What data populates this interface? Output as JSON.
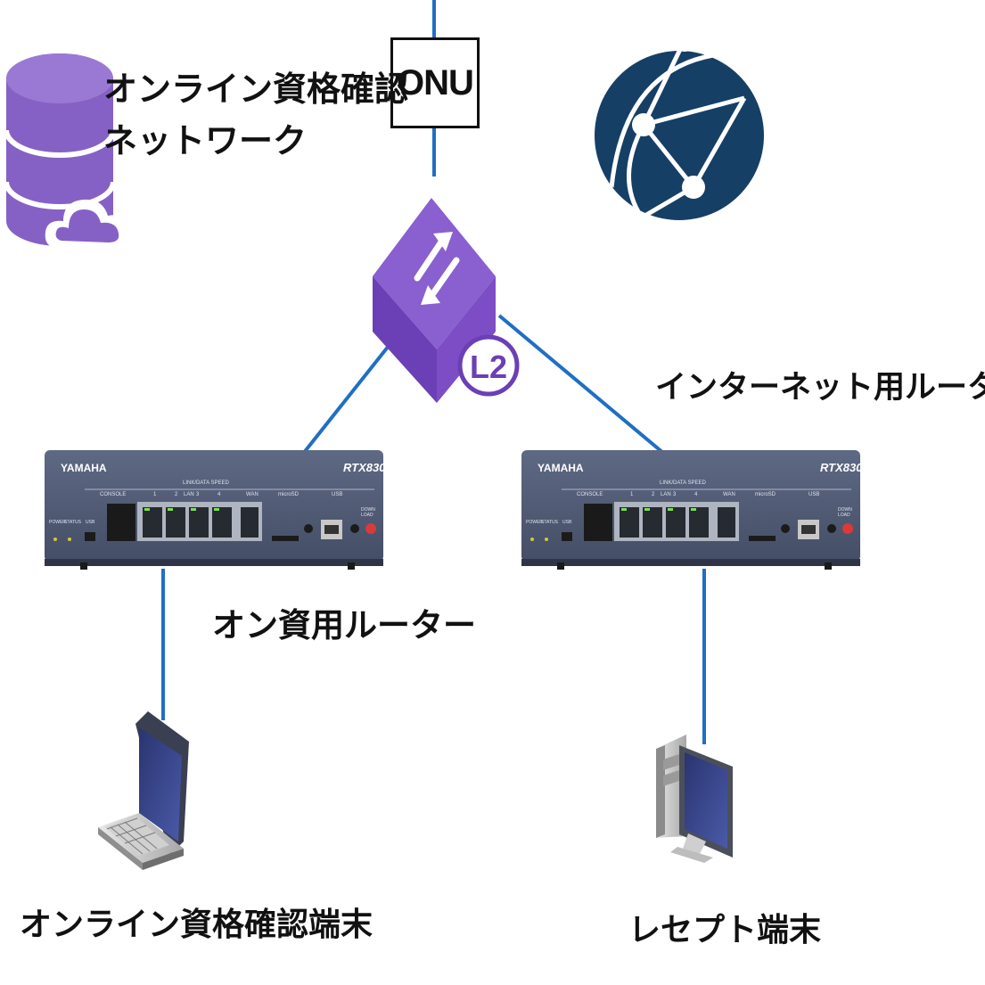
{
  "labels": {
    "onu": "ONU",
    "online_network_line1": "オンライン資格確認",
    "online_network_line2": "ネットワーク",
    "switch_badge": "L2",
    "internet_router": "インターネット用ルーター",
    "onshi_router": "オン資用ルーター",
    "online_terminal": "オンライン資格確認端末",
    "receipt_terminal": "レセプト端末"
  },
  "routers": [
    {
      "brand": "YAMAHA",
      "model": "RTX830",
      "port_group_label": "LINK/DATA SPEED",
      "ports": [
        "CONSOLE",
        "1",
        "2",
        "LAN",
        "3",
        "4",
        "WAN",
        "microSD",
        "USB"
      ],
      "side_labels": [
        "POWER",
        "STATUS",
        "USB"
      ],
      "download_label": [
        "DOWN",
        "LOAD"
      ]
    },
    {
      "brand": "YAMAHA",
      "model": "RTX830",
      "port_group_label": "LINK/DATA SPEED",
      "ports": [
        "CONSOLE",
        "1",
        "2",
        "LAN",
        "3",
        "4",
        "WAN",
        "microSD",
        "USB"
      ],
      "side_labels": [
        "POWER",
        "STATUS",
        "USB"
      ],
      "download_label": [
        "DOWN",
        "LOAD"
      ]
    }
  ],
  "colors": {
    "link": "#1f6fc4",
    "switch_top": "#8a5fcf",
    "switch_side": "#6b3fb5",
    "switch_front": "#7c4dc4",
    "globe": "#163f66",
    "database": "#8661c5",
    "router_body": "#4f5a73",
    "router_panel": "#2d3448"
  },
  "icons": [
    "database-cloud-icon",
    "globe-network-icon",
    "l2-switch-icon",
    "laptop-icon",
    "desktop-pc-icon",
    "yamaha-router-icon"
  ]
}
